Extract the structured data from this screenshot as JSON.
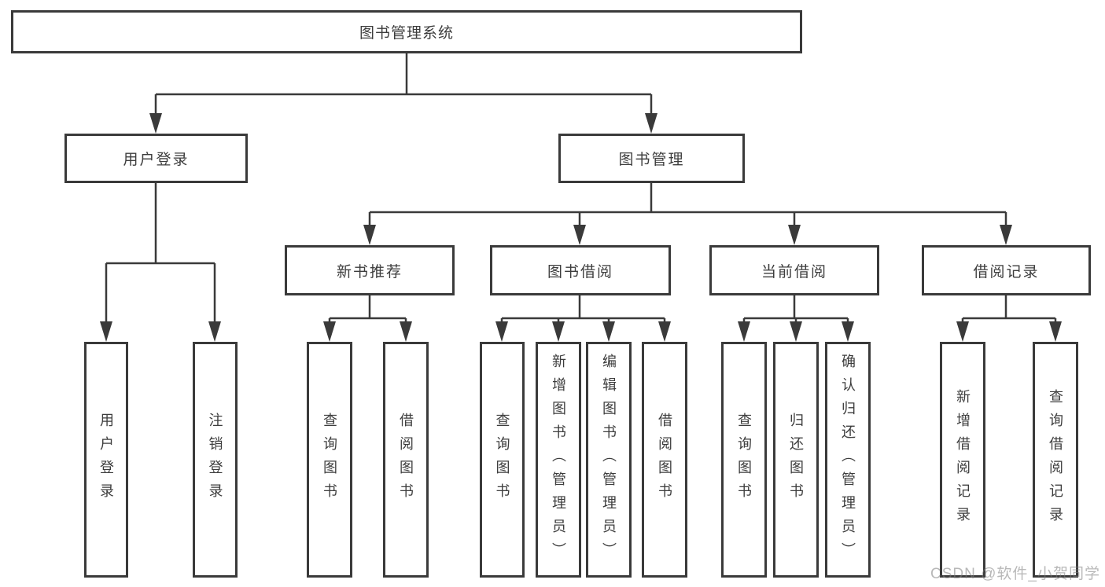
{
  "title": "图书管理系统",
  "tree": {
    "label": "图书管理系统",
    "children": [
      {
        "label": "用户登录",
        "children": [
          {
            "label": "用户登录"
          },
          {
            "label": "注销登录"
          }
        ]
      },
      {
        "label": "图书管理",
        "children": [
          {
            "label": "新书推荐",
            "children": [
              {
                "label": "查询图书"
              },
              {
                "label": "借阅图书"
              }
            ]
          },
          {
            "label": "图书借阅",
            "children": [
              {
                "label": "查询图书"
              },
              {
                "label": "新增图书（管理员）"
              },
              {
                "label": "编辑图书（管理员）"
              },
              {
                "label": "借阅图书"
              }
            ]
          },
          {
            "label": "当前借阅",
            "children": [
              {
                "label": "查询图书"
              },
              {
                "label": "归还图书"
              },
              {
                "label": "确认归还（管理员）"
              }
            ]
          },
          {
            "label": "借阅记录",
            "children": [
              {
                "label": "新增借阅记录"
              },
              {
                "label": "查询借阅记录"
              }
            ]
          }
        ]
      }
    ]
  },
  "watermark": {
    "text": "CSDN @软件_小贺同学"
  },
  "colors": {
    "line": "#3a3a3a",
    "text": "#3d3d3d",
    "background": "#ffffff",
    "watermark_gray": "#9a9a9a"
  }
}
